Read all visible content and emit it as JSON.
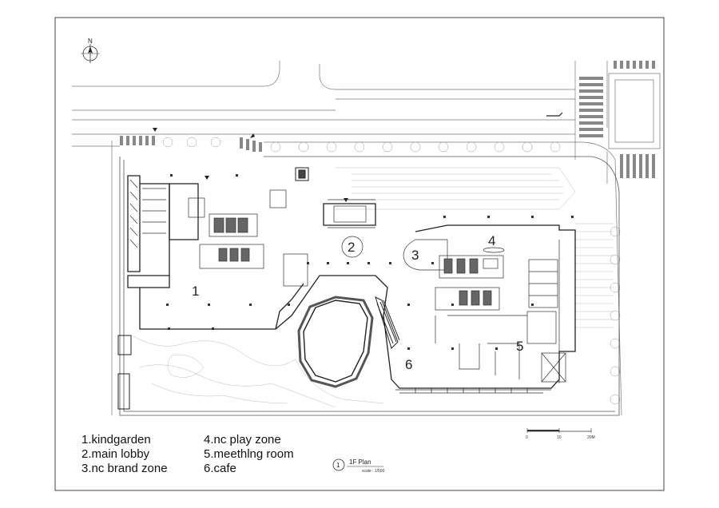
{
  "zones": [
    {
      "num": "1",
      "name": "kindgarden"
    },
    {
      "num": "2",
      "name": "main lobby"
    },
    {
      "num": "3",
      "name": "nc brand zone"
    },
    {
      "num": "4",
      "name": "nc play zone"
    },
    {
      "num": "5",
      "name": "meethlng room"
    },
    {
      "num": "6",
      "name": "cafe"
    }
  ],
  "legend": {
    "item1": "1.kindgarden",
    "item2": "2.main lobby",
    "item3": "3.nc brand zone",
    "item4": "4.nc play zone",
    "item5": "5.meethlng room",
    "item6": "6.cafe"
  },
  "title_block": {
    "drawing_number": "1",
    "title": "1F Plan",
    "scale_note": "scale : 1/500"
  },
  "north_arrow": {
    "label": "N"
  },
  "scale_bar": {
    "labels": [
      "0",
      "10",
      "20M"
    ]
  },
  "colors": {
    "line": "#333333",
    "paper": "#ffffff",
    "hatch": "#888888"
  }
}
